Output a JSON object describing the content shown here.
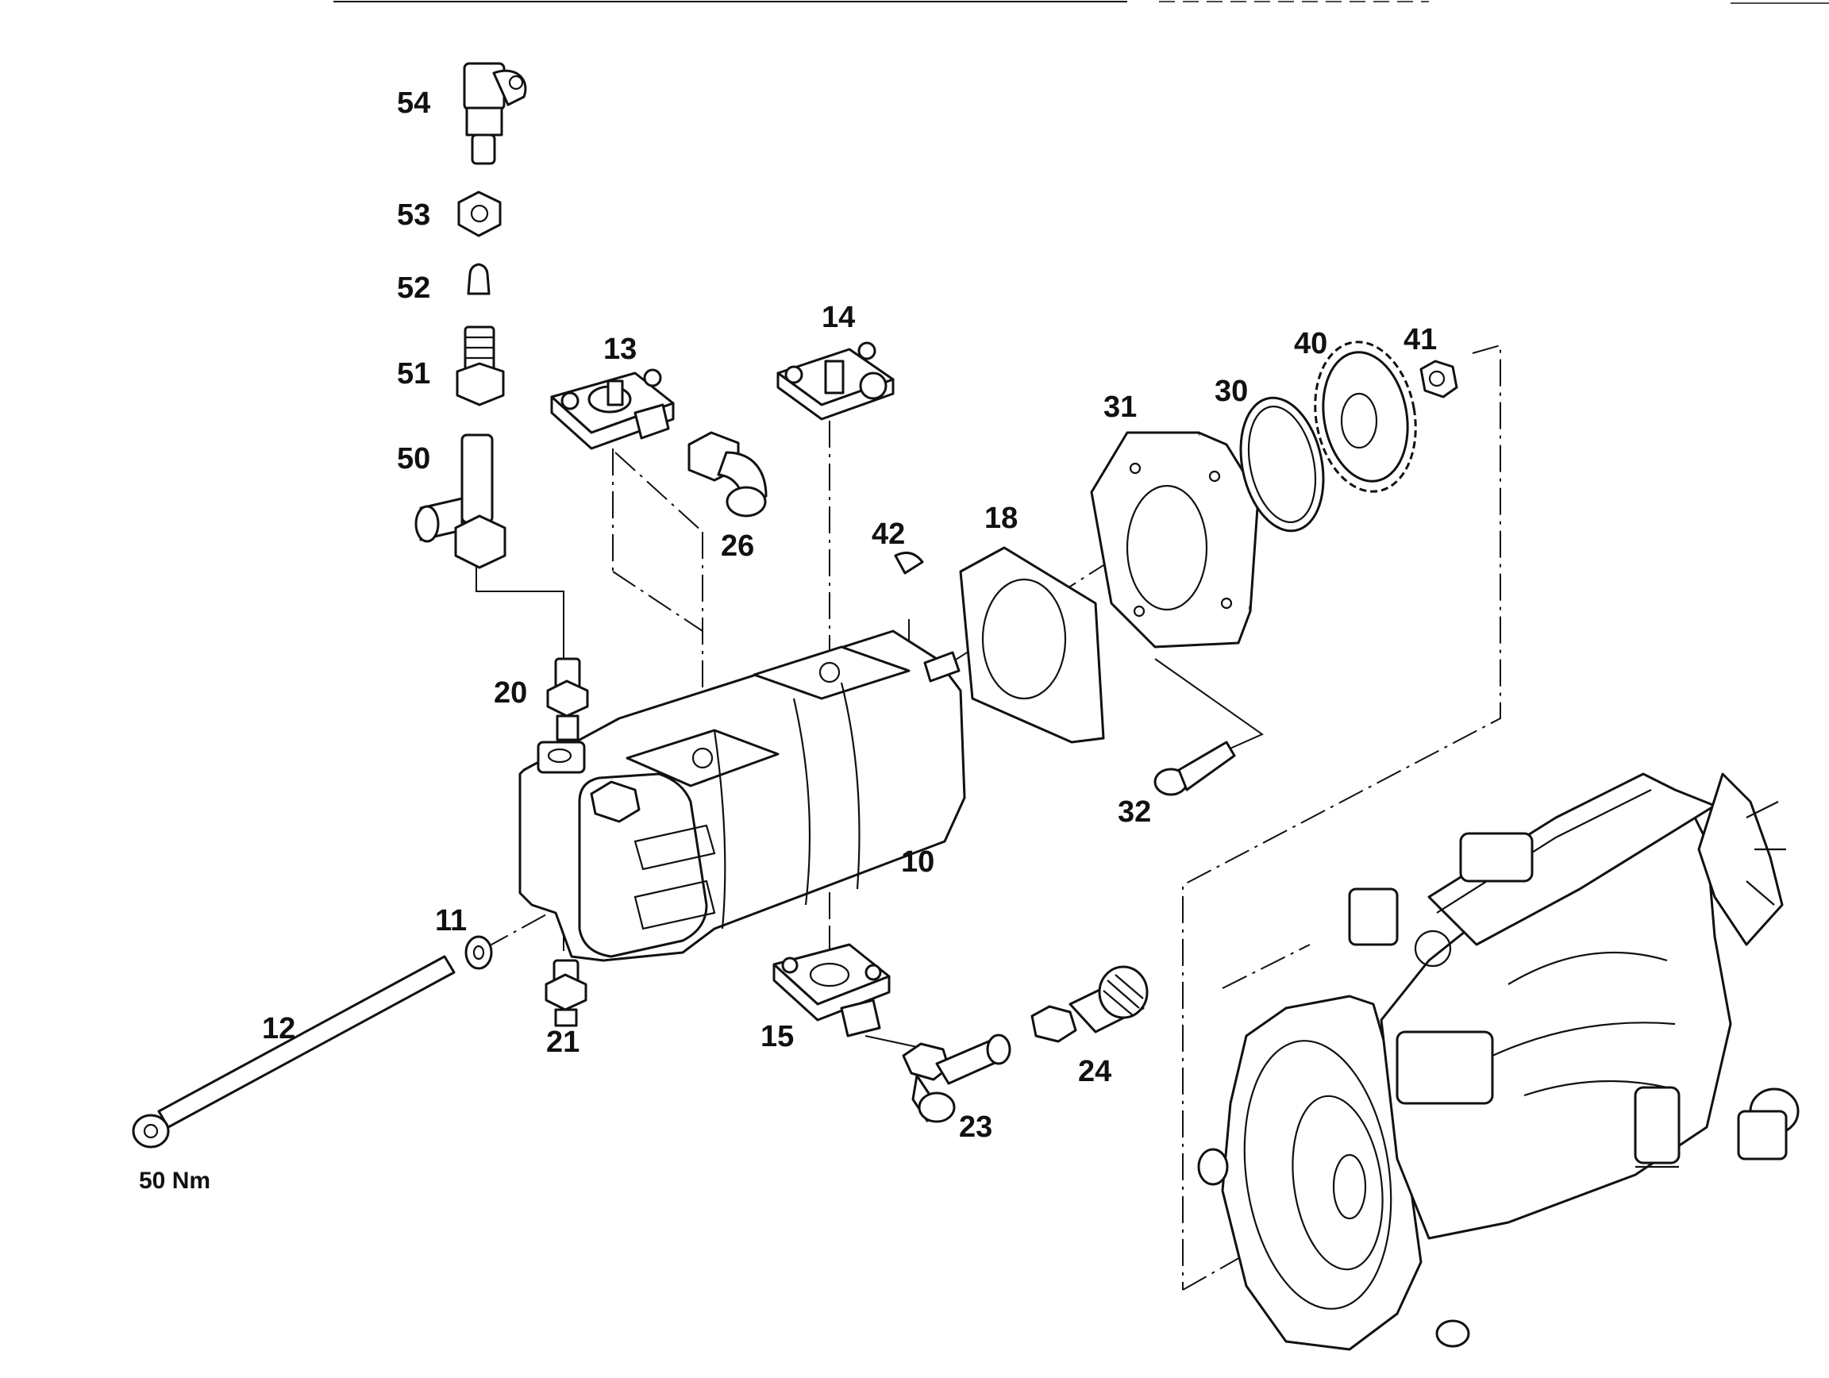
{
  "diagram": {
    "callouts": {
      "p54": "54",
      "p53": "53",
      "p52": "52",
      "p51": "51",
      "p50": "50",
      "p13": "13",
      "p14": "14",
      "p26": "26",
      "p42": "42",
      "p18": "18",
      "p31": "31",
      "p30": "30",
      "p40": "40",
      "p41": "41",
      "p20": "20",
      "p10": "10",
      "p32": "32",
      "p11": "11",
      "p12": "12",
      "p21": "21",
      "p15": "15",
      "p23": "23",
      "p24": "24"
    },
    "torque_note": "50 Nm"
  }
}
